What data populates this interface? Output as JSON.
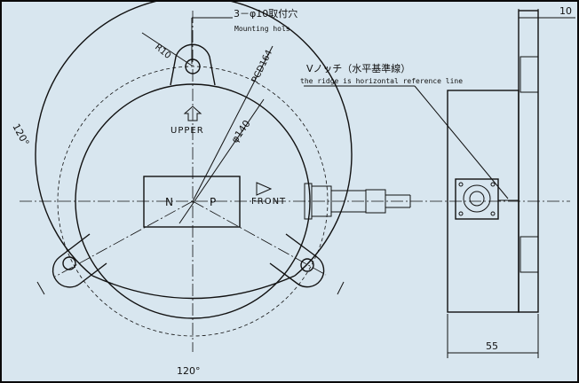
{
  "labels": {
    "holes_jp": "3－φ10取付穴",
    "holes_en": "Mounting hols",
    "radius": "R10",
    "pcd": "PCD164",
    "diameter": "φ140",
    "upper": "UPPER",
    "front": "FRONT",
    "pole_n": "N",
    "pole_p": "P",
    "notch_jp": "Vノッチ（水平基準線）",
    "notch_en": "the ridge is horizontal reference line",
    "angle_left": "120°",
    "angle_bottom": "120°",
    "dim_width": "55",
    "dim_thickness": "10"
  },
  "icons": {
    "upper_arrow": "up-arrow-icon",
    "front_arrow": "right-triangle-icon"
  },
  "colors": {
    "background": "#d8e6ef",
    "line": "#111111"
  }
}
